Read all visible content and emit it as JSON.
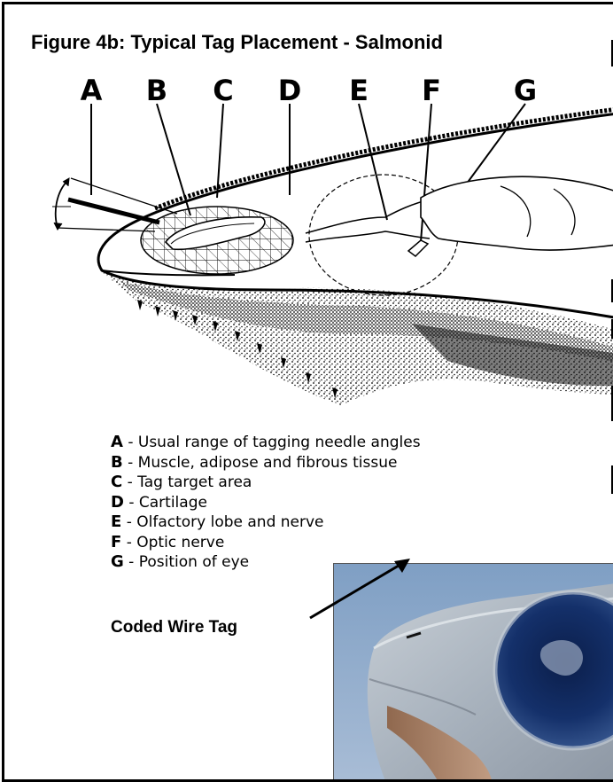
{
  "figure": {
    "title": "Figure 4b: Typical Tag Placement - Salmonid"
  },
  "diagram": {
    "letters": [
      "A",
      "B",
      "C",
      "D",
      "E",
      "F",
      "G"
    ]
  },
  "legend": [
    {
      "key": "A",
      "text": " - Usual range of tagging needle angles"
    },
    {
      "key": "B",
      "text": " - Muscle, adipose and fibrous tissue"
    },
    {
      "key": "C",
      "text": " - Tag target area"
    },
    {
      "key": "D",
      "text": " - Cartilage"
    },
    {
      "key": "E",
      "text": " - Olfactory lobe and nerve"
    },
    {
      "key": "F",
      "text": " - Optic nerve"
    },
    {
      "key": "G",
      "text": " - Position of eye"
    }
  ],
  "photo": {
    "callout": "Coded Wire Tag"
  }
}
